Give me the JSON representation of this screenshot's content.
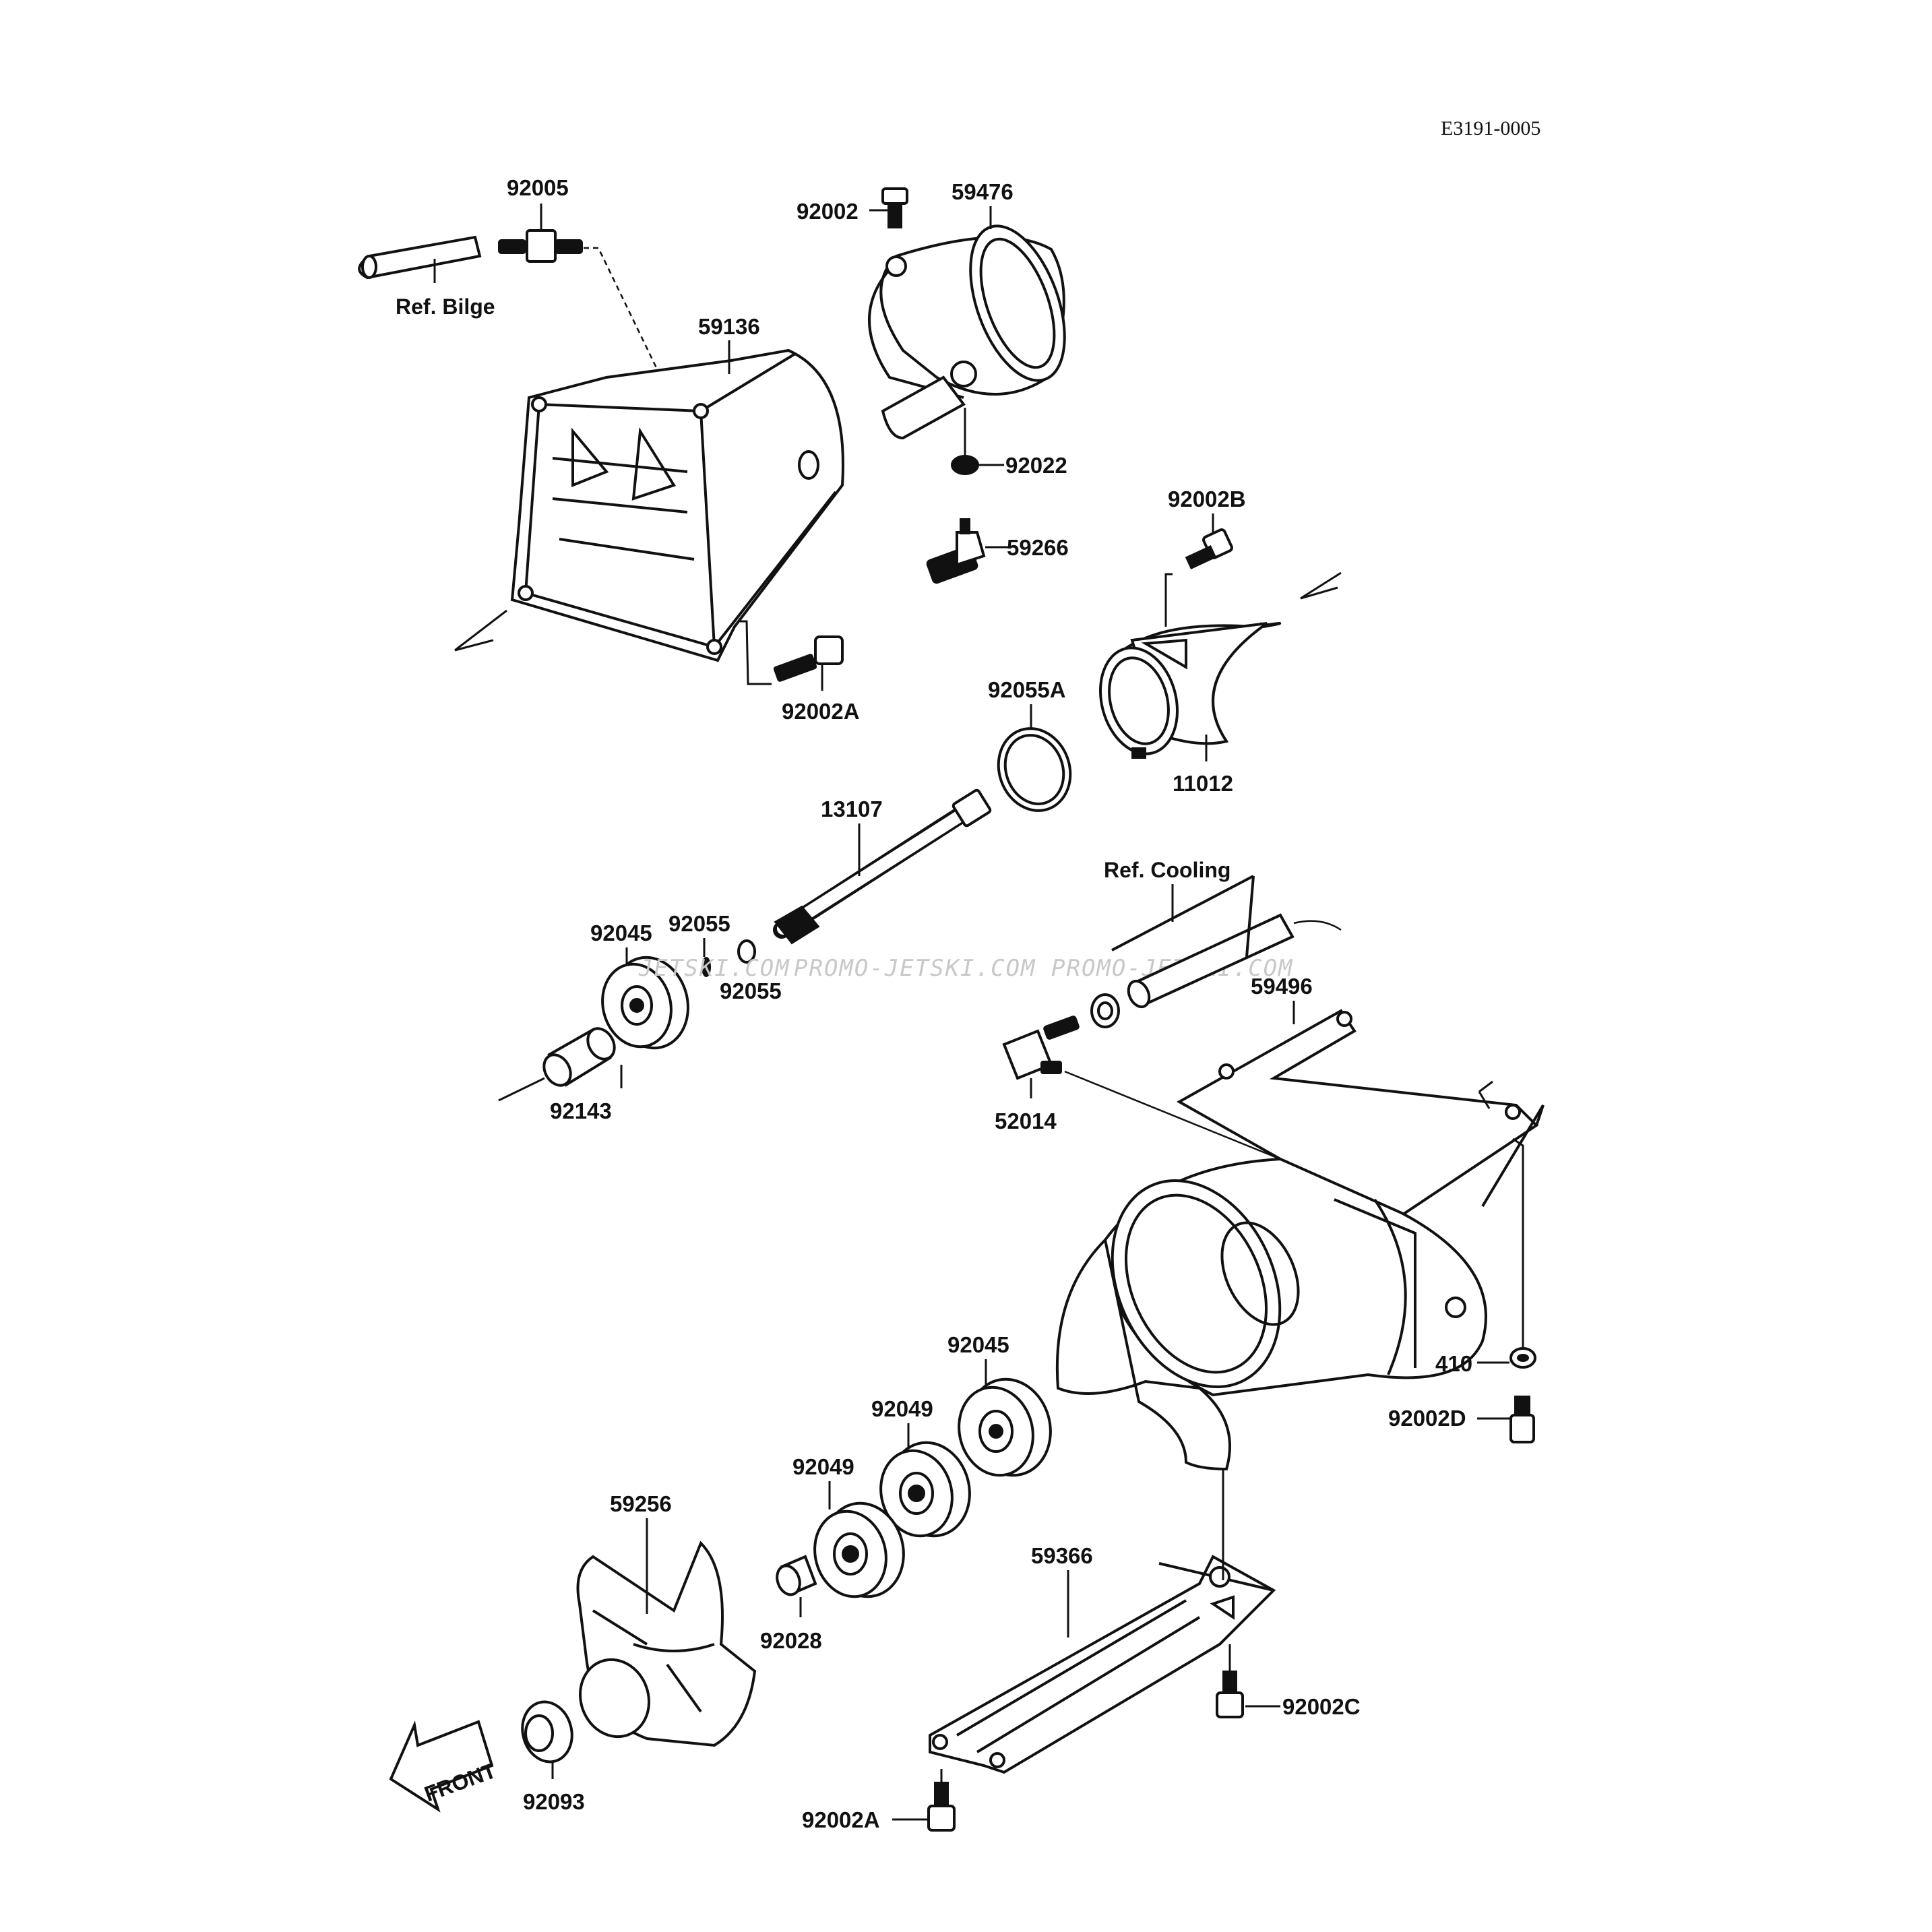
{
  "diagram_code": "E3191-0005",
  "watermarks": [
    "JETSKI.COM",
    "PROMO-JETSKI.COM",
    "PROMO-JETSKI.COM"
  ],
  "reference_labels": {
    "bilge": "Ref. Bilge",
    "cooling": "Ref. Cooling"
  },
  "front_arrow_label": "FRONT",
  "parts": {
    "p92005": "92005",
    "p92002": "92002",
    "p59476": "59476",
    "p59136": "59136",
    "p92022": "92022",
    "p92002B": "92002B",
    "p59266": "59266",
    "p92002A_top": "92002A",
    "p92055A": "92055A",
    "p11012": "11012",
    "p13107": "13107",
    "p92045_top": "92045",
    "p92055_a": "92055",
    "p92055_b": "92055",
    "p92143": "92143",
    "p59496": "59496",
    "p52014": "52014",
    "p410": "410",
    "p92002D": "92002D",
    "p92045_bottom": "92045",
    "p92049_a": "92049",
    "p92049_b": "92049",
    "p59256": "59256",
    "p92028": "92028",
    "p59366": "59366",
    "p92002C": "92002C",
    "p92093": "92093",
    "p92002A_bottom": "92002A"
  }
}
